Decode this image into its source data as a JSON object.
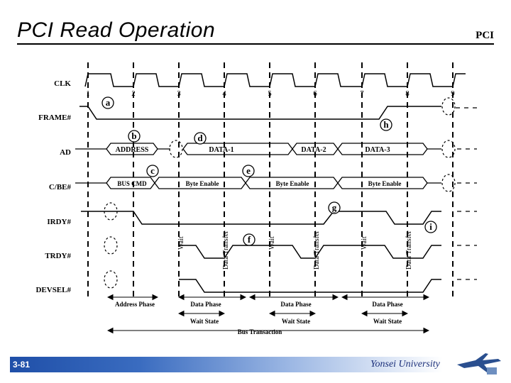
{
  "header": {
    "title": "PCI Read Operation",
    "tag": "PCI"
  },
  "footer": {
    "slide_number": "3-81",
    "university": "Yonsei University"
  },
  "diagram": {
    "signals": [
      "CLK",
      "FRAME#",
      "AD",
      "C/BE#",
      "IRDY#",
      "TRDY#",
      "DEVSEL#"
    ],
    "clock_numbers": [
      "1",
      "2",
      "3",
      "4",
      "5",
      "6",
      "7",
      "8",
      "9"
    ],
    "markers": [
      "a",
      "b",
      "c",
      "d",
      "e",
      "f",
      "g",
      "h",
      "i"
    ],
    "ad_labels": {
      "address": "ADDRESS",
      "data1": "DATA-1",
      "data2": "DATA-2",
      "data3": "DATA-3"
    },
    "cbe_labels": {
      "bus_cmd": "BUS CMD",
      "be1": "Byte Enable",
      "be2": "Byte Enable",
      "be3": "Byte Enable"
    },
    "vertical_labels": {
      "wait1": "Wait",
      "dt1": "Data Transfer",
      "wait2": "Wait",
      "dt2": "Data Transfer",
      "wait3": "Wait",
      "dt3": "Data Transfer"
    },
    "phases": {
      "address": "Address Phase",
      "data1": "Data Phase",
      "data2": "Data Phase",
      "data3": "Data Phase"
    },
    "wait_states": {
      "w1": "Wait State",
      "w2": "Wait State",
      "w3": "Wait State"
    },
    "bus_transaction": "Bus Transaction"
  }
}
